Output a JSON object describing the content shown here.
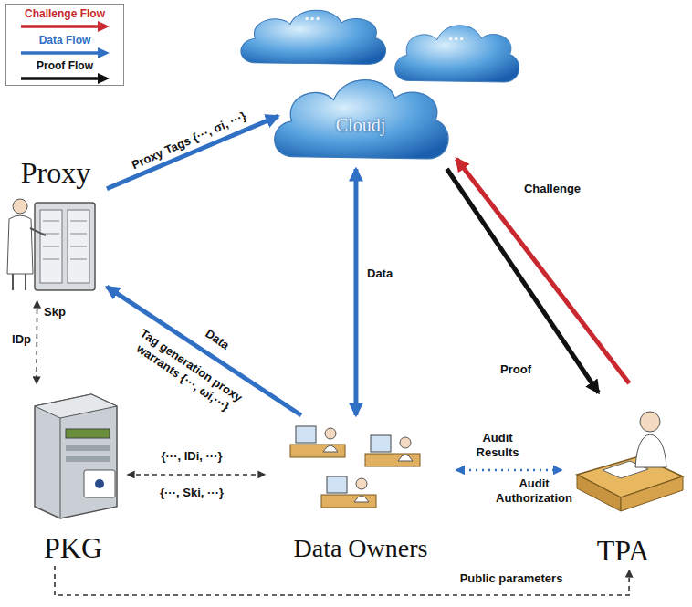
{
  "diagram": {
    "nodes": [
      {
        "text": [
          "Proxy"
        ]
      },
      {
        "text": [
          "···"
        ]
      },
      {
        "text": [
          "···"
        ]
      },
      {
        "text": [
          "Cloudj"
        ]
      },
      {
        "text": [
          "PKG"
        ]
      },
      {
        "text": [
          "Data Owners"
        ]
      },
      {
        "text": [
          "TPA"
        ]
      }
    ],
    "edges": [
      {
        "from": 0,
        "to": 3,
        "arrow": "to",
        "label": "Proxy Tags {···, σi, ···}"
      },
      {
        "from": 5,
        "to": 0,
        "arrow": "to",
        "label": "Data"
      },
      {
        "from": 3,
        "to": 5,
        "arrow": "both",
        "label": "Data"
      },
      {
        "from": 6,
        "to": 3,
        "arrow": "to",
        "label": "Challenge"
      },
      {
        "from": 3,
        "to": 6,
        "arrow": "to",
        "label": "Proof"
      },
      {
        "from": 0,
        "to": 4,
        "arrow": "both",
        "label": "Skp"
      },
      {
        "from": 4,
        "to": 5,
        "arrow": "both",
        "label": "{···, IDi, ···}"
      },
      {
        "from": 5,
        "to": 6,
        "arrow": "both",
        "label": "Audit Results"
      },
      {
        "from": 4,
        "to": 6,
        "arrow": "to",
        "label": "Public parameters"
      }
    ],
    "labels": [
      "Tag generation proxy warrants {···, ωi,···}",
      "IDp",
      "{···, Ski, ···}",
      "Audit Authorization"
    ],
    "legend": [
      {
        "text": "Challenge Flow"
      },
      {
        "text": "Data Flow"
      },
      {
        "text": "Proof Flow"
      }
    ]
  }
}
